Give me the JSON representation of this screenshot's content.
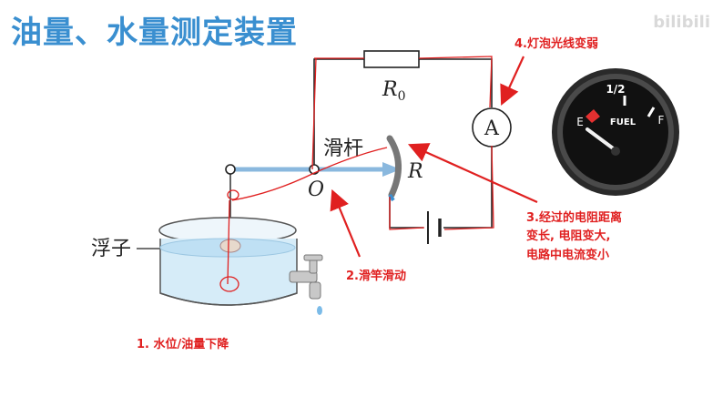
{
  "title": "油量、水量测定装置",
  "watermark": "bilibili",
  "labels": {
    "r0": "R",
    "r0_sub": "0",
    "ammeter": "A",
    "slider": "滑杆",
    "resistor": "R",
    "pivot": "O",
    "float": "浮子"
  },
  "gauge": {
    "empty": "E",
    "half": "1/2",
    "full": "F",
    "name": "FUEL"
  },
  "notes": {
    "n1": "1. 水位/油量下降",
    "n2": "2.滑竿滑动",
    "n3_l1": "3.经过的电阻距离",
    "n3_l2": "变长, 电阻变大,",
    "n3_l3": "电路中电流变小",
    "n4": "4.灯泡光线变弱"
  },
  "colors": {
    "title": "#3a8fd0",
    "annotation": "#e02020",
    "rod": "#8ab8de"
  }
}
